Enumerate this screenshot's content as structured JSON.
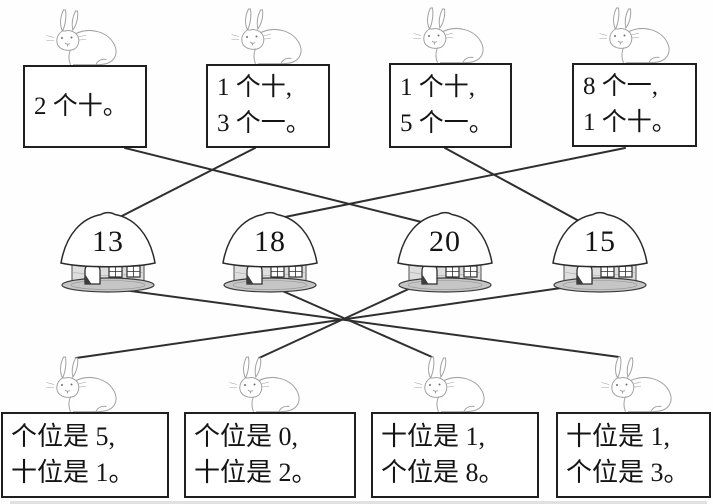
{
  "worksheet": {
    "kind": "number matching exercise",
    "top_cards": [
      {
        "lines": [
          "2 个十。"
        ]
      },
      {
        "lines": [
          "1 个十,",
          "3 个一。"
        ]
      },
      {
        "lines": [
          "1 个十,",
          "5 个一。"
        ]
      },
      {
        "lines": [
          "8 个一,",
          "1 个十。"
        ]
      }
    ],
    "houses": [
      {
        "number": "13"
      },
      {
        "number": "18"
      },
      {
        "number": "20"
      },
      {
        "number": "15"
      }
    ],
    "bottom_cards": [
      {
        "lines": [
          "个位是 5,",
          "十位是 1。"
        ]
      },
      {
        "lines": [
          "个位是 0,",
          "十位是 2。"
        ]
      },
      {
        "lines": [
          "十位是 1,",
          "个位是 8。"
        ]
      },
      {
        "lines": [
          "十位是 1,",
          "个位是 3。"
        ]
      }
    ],
    "connections": {
      "top": [
        {
          "card": 0,
          "house": "20"
        },
        {
          "card": 1,
          "house": "13"
        },
        {
          "card": 2,
          "house": "15"
        },
        {
          "card": 3,
          "house": "18"
        }
      ],
      "bottom": [
        {
          "house": "13",
          "card": 3
        },
        {
          "house": "18",
          "card": 2
        },
        {
          "house": "20",
          "card": 1
        },
        {
          "house": "15",
          "card": 0
        }
      ]
    },
    "icons": {
      "rabbit": "rabbit-sketch-illustration",
      "house": "dome-hut-illustration"
    },
    "colors": {
      "line": "#2f2f2f",
      "card_border": "#1f1f1f",
      "house_body": "#dedede",
      "house_base": "#c6c6c6",
      "sketch_gray": "#a2a2a2",
      "background": "#fefefe"
    }
  }
}
